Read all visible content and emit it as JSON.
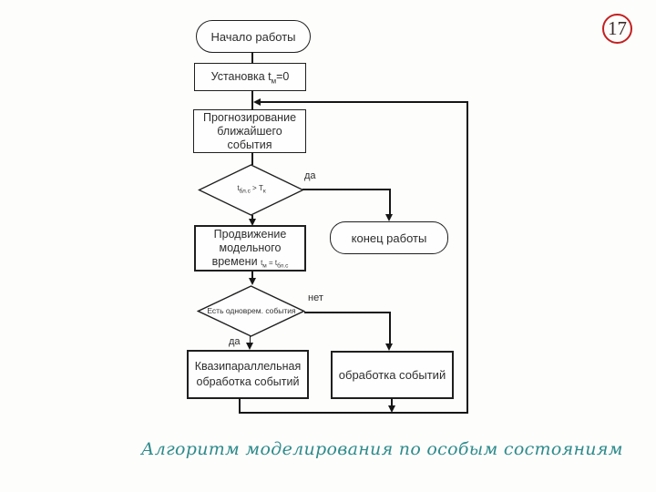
{
  "page": {
    "number": "17",
    "caption": "Алгоритм моделирования по особым состояниям"
  },
  "colors": {
    "line": "#161616",
    "box_border": "#1f1f1f",
    "caption_teal": "#2e8b8b",
    "badge_red": "#c42020",
    "background": "#fdfdfc"
  },
  "flowchart": {
    "start": {
      "label": "Начало работы"
    },
    "init": {
      "pre": "Установка t",
      "sub": "м",
      "post": "=0"
    },
    "forecast": {
      "label": "Прогнозирование ближайшего события"
    },
    "decision_time": {
      "base1": "t",
      "sub1": "бл.с",
      "op": " > ",
      "base2": "T",
      "sub2": "к"
    },
    "branch_yes1": "да",
    "end": {
      "label": "конец работы"
    },
    "advance": {
      "label": "Продвижение модельного времени",
      "f_base1": "t",
      "f_sub1": "м",
      "f_op": " = ",
      "f_base2": "t",
      "f_sub2": "бл.с"
    },
    "decision_simult": {
      "label": "Есть одноврем. события"
    },
    "branch_no": "нет",
    "branch_yes2": "да",
    "quasi": {
      "label": "Квазипараллельная обработка событий"
    },
    "process": {
      "label": "обработка событий"
    }
  }
}
